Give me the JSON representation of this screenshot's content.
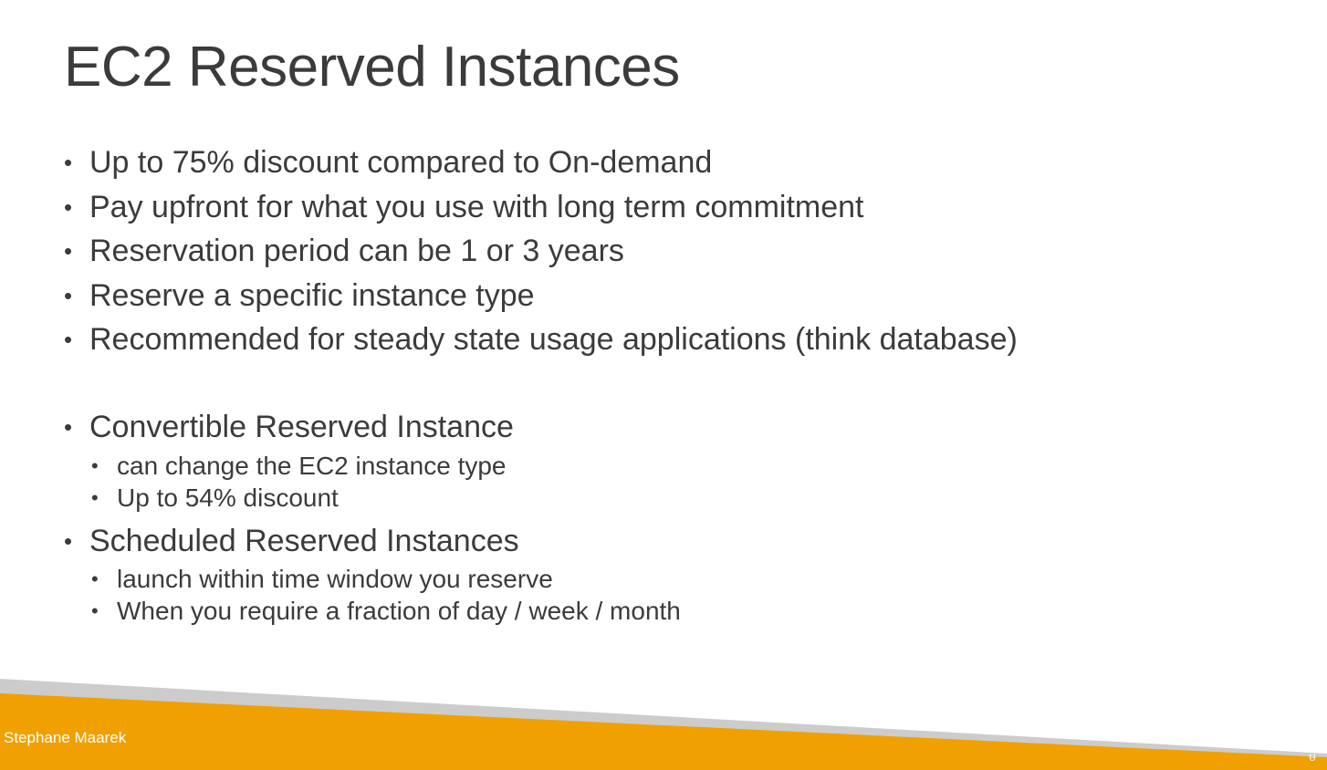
{
  "slide": {
    "title": "EC2 Reserved Instances",
    "bullets_main": [
      "Up to 75% discount compared to On-demand",
      "Pay upfront for what you use with long term commitment",
      "Reservation period can be 1 or 3 years",
      "Reserve a specific instance type",
      "Recommended for steady state usage applications (think database)"
    ],
    "convertible": {
      "heading": "Convertible Reserved Instance",
      "items": [
        "can change the EC2 instance type",
        "Up to 54% discount"
      ]
    },
    "scheduled": {
      "heading": "Scheduled Reserved Instances",
      "items": [
        "launch within time window you reserve",
        "When you require a fraction of day / week / month"
      ]
    },
    "footer": {
      "author": "Stephane Maarek",
      "accent_color": "#f0a000",
      "stripe_color": "#cccccc"
    }
  }
}
